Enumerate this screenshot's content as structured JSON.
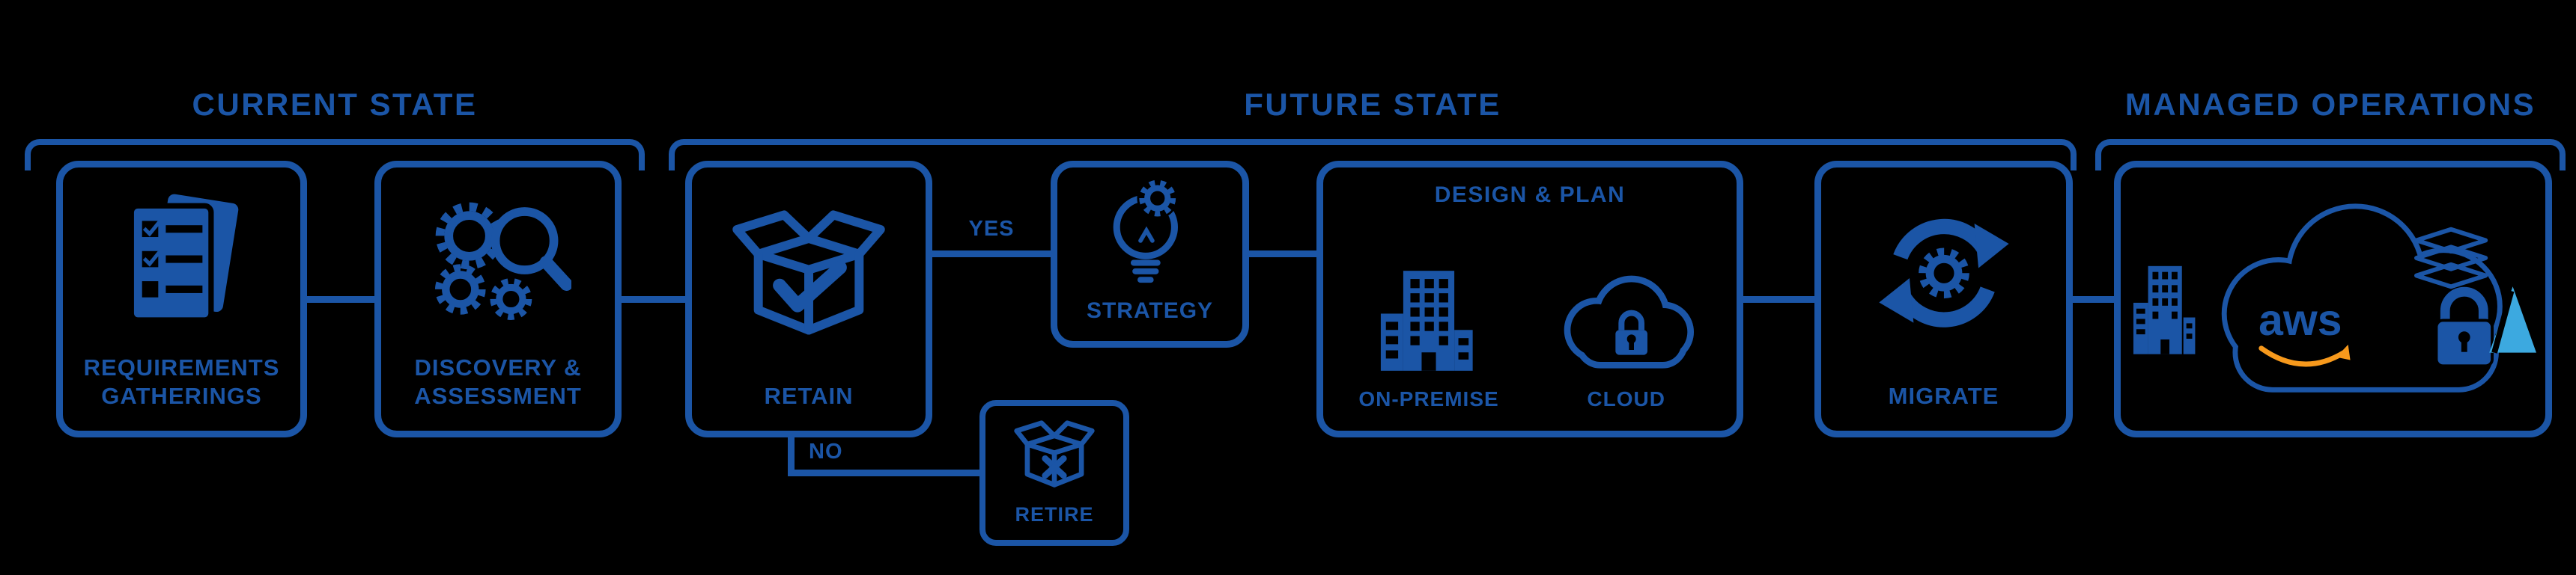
{
  "colors": {
    "background": "#000000",
    "primary_blue": "#1B55A6",
    "aws_orange": "#F7991C",
    "azure_blue": "#3CA9E0"
  },
  "sections": {
    "current_state": {
      "title": "CURRENT STATE",
      "requirements": {
        "label": "REQUIREMENTS GATHERINGS",
        "icon": "checklist-icon"
      },
      "discovery": {
        "label": "DISCOVERY & ASSESSMENT",
        "icon": "gears-magnifier-icon"
      }
    },
    "future_state": {
      "title": "FUTURE STATE",
      "retain": {
        "label": "RETAIN",
        "icon": "open-box-check-icon"
      },
      "yes_label": "YES",
      "no_label": "NO",
      "strategy": {
        "label": "STRATEGY",
        "icon": "lightbulb-gear-icon"
      },
      "retire": {
        "label": "RETIRE",
        "icon": "box-x-icon"
      },
      "design_plan": {
        "title": "DESIGN & PLAN",
        "on_premise": {
          "label": "ON-PREMISE",
          "icon": "building-icon"
        },
        "cloud": {
          "label": "CLOUD",
          "icon": "cloud-lock-icon"
        }
      },
      "migrate": {
        "label": "MIGRATE",
        "icon": "sync-gear-icon"
      }
    },
    "managed_operations": {
      "title": "MANAGED OPERATIONS",
      "aws_logo_text": "aws",
      "icons": [
        "building-icon",
        "cloud-icon",
        "aws-logo",
        "stacked-layers-icon",
        "padlock-icon",
        "azure-logo"
      ]
    }
  }
}
